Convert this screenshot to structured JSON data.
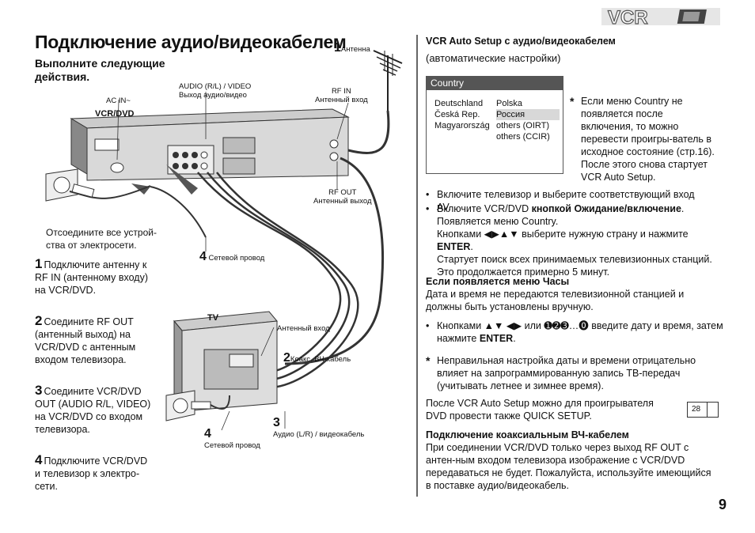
{
  "page": {
    "title": "Подключение аудио/видеокабелем",
    "subtitle": "Выполните следующие действия.",
    "page_number": "9",
    "logo": "VCR",
    "ref_page": "28"
  },
  "diagram": {
    "antenna_num": "1",
    "antenna_label": "Антенна",
    "av_label_1": "AUDIO (R/L) / VIDEO",
    "av_label_2": "Выход аудио/видео",
    "rfin_label_1": "RF IN",
    "rfin_label_2": "Антенный вход",
    "acin_label": "AC IN~",
    "device_label": "VCR/DVD",
    "rfout_label_1": "RF OUT",
    "rfout_label_2": "Антенный выход",
    "unplug_note": "Отсоедините все устрой-ства от электросети.",
    "power4_num": "4",
    "power4_label": "Сетевой провод",
    "tv_label": "TV",
    "tv_antenna_in": "Антенный вход",
    "coax_num": "2",
    "coax_label": "Коакс. ВЧ-кабель",
    "av3_num": "3",
    "av3_label": "Аудио (L/R) / видеокабель",
    "tvpower_num": "4",
    "tvpower_label": "Сетевой провод"
  },
  "steps": [
    {
      "num": "1",
      "text": "Подключите антенну к RF IN (антенному входу) на VCR/DVD."
    },
    {
      "num": "2",
      "text": "Соедините RF OUT (антенный выход) на VCR/DVD с антенным входом телевизора."
    },
    {
      "num": "3",
      "text": "Соедините VCR/DVD OUT (AUDIO R/L, VIDEO) на VCR/DVD со входом телевизора."
    },
    {
      "num": "4",
      "text": "Подключите VCR/DVD и телевизор к электро-сети."
    }
  ],
  "right": {
    "heading": "VCR Auto Setup с аудио/видеокабелем",
    "subheading": "(автоматические настройки)",
    "country_panel": {
      "title": "Country",
      "col1": [
        "Deutschland",
        "Česká Rep.",
        "Magyarország"
      ],
      "col2": [
        "Polska",
        "Россия",
        "others (OIRT)",
        "others (CCIR)"
      ],
      "selected": "Россия"
    },
    "star_note": "Если меню Country не появляется после включения, то можно перевести проигры-ватель в исходное состояние (стр.16). После этого снова стартует VCR Auto Setup.",
    "bullet1": "Включите телевизор и выберите соответствующий вход AV.",
    "bullet2_a": "Включите VCR/DVD ",
    "bullet2_b": "кнопкой Ожидание/включение",
    "bullet2_c": "Появляется меню Country.",
    "bullet2_d1": "Кнопками ",
    "bullet2_d2": " выберите нужную страну и нажмите ",
    "bullet2_d3": "ENTER",
    "bullet2_e": "Стартует поиск всех принимаемых телевизионных станций.",
    "bullet2_f": "Это продолжается примерно 5 минут.",
    "clock_heading": "Если появляется меню Часы",
    "clock_text": "Дата и время не передаются телевизионной станцией и должны быть установлены вручную.",
    "bullet3_a": "Кнопками ",
    "bullet3_b": " или ",
    "bullet3_c": " введите дату и время, затем нажмите ",
    "bullet3_d": "ENTER",
    "star_note2": "Неправильная настройка даты и времени отрицательно влияет на запрограммированную запись ТВ-передач (учитывать летнее и зимнее время).",
    "quick_setup": "После VCR Auto Setup можно для проигрывателя DVD провести также QUICK SETUP.",
    "coax_heading": "Подключение коаксиальным ВЧ-кабелем",
    "coax_text": "При соединении VCR/DVD только через выход RF OUT с антен-ным входом телевизора изображение с VCR/DVD передаваться не будет. Пожалуйста, используйте имеющийся в поставке аудио/видеокабель."
  }
}
